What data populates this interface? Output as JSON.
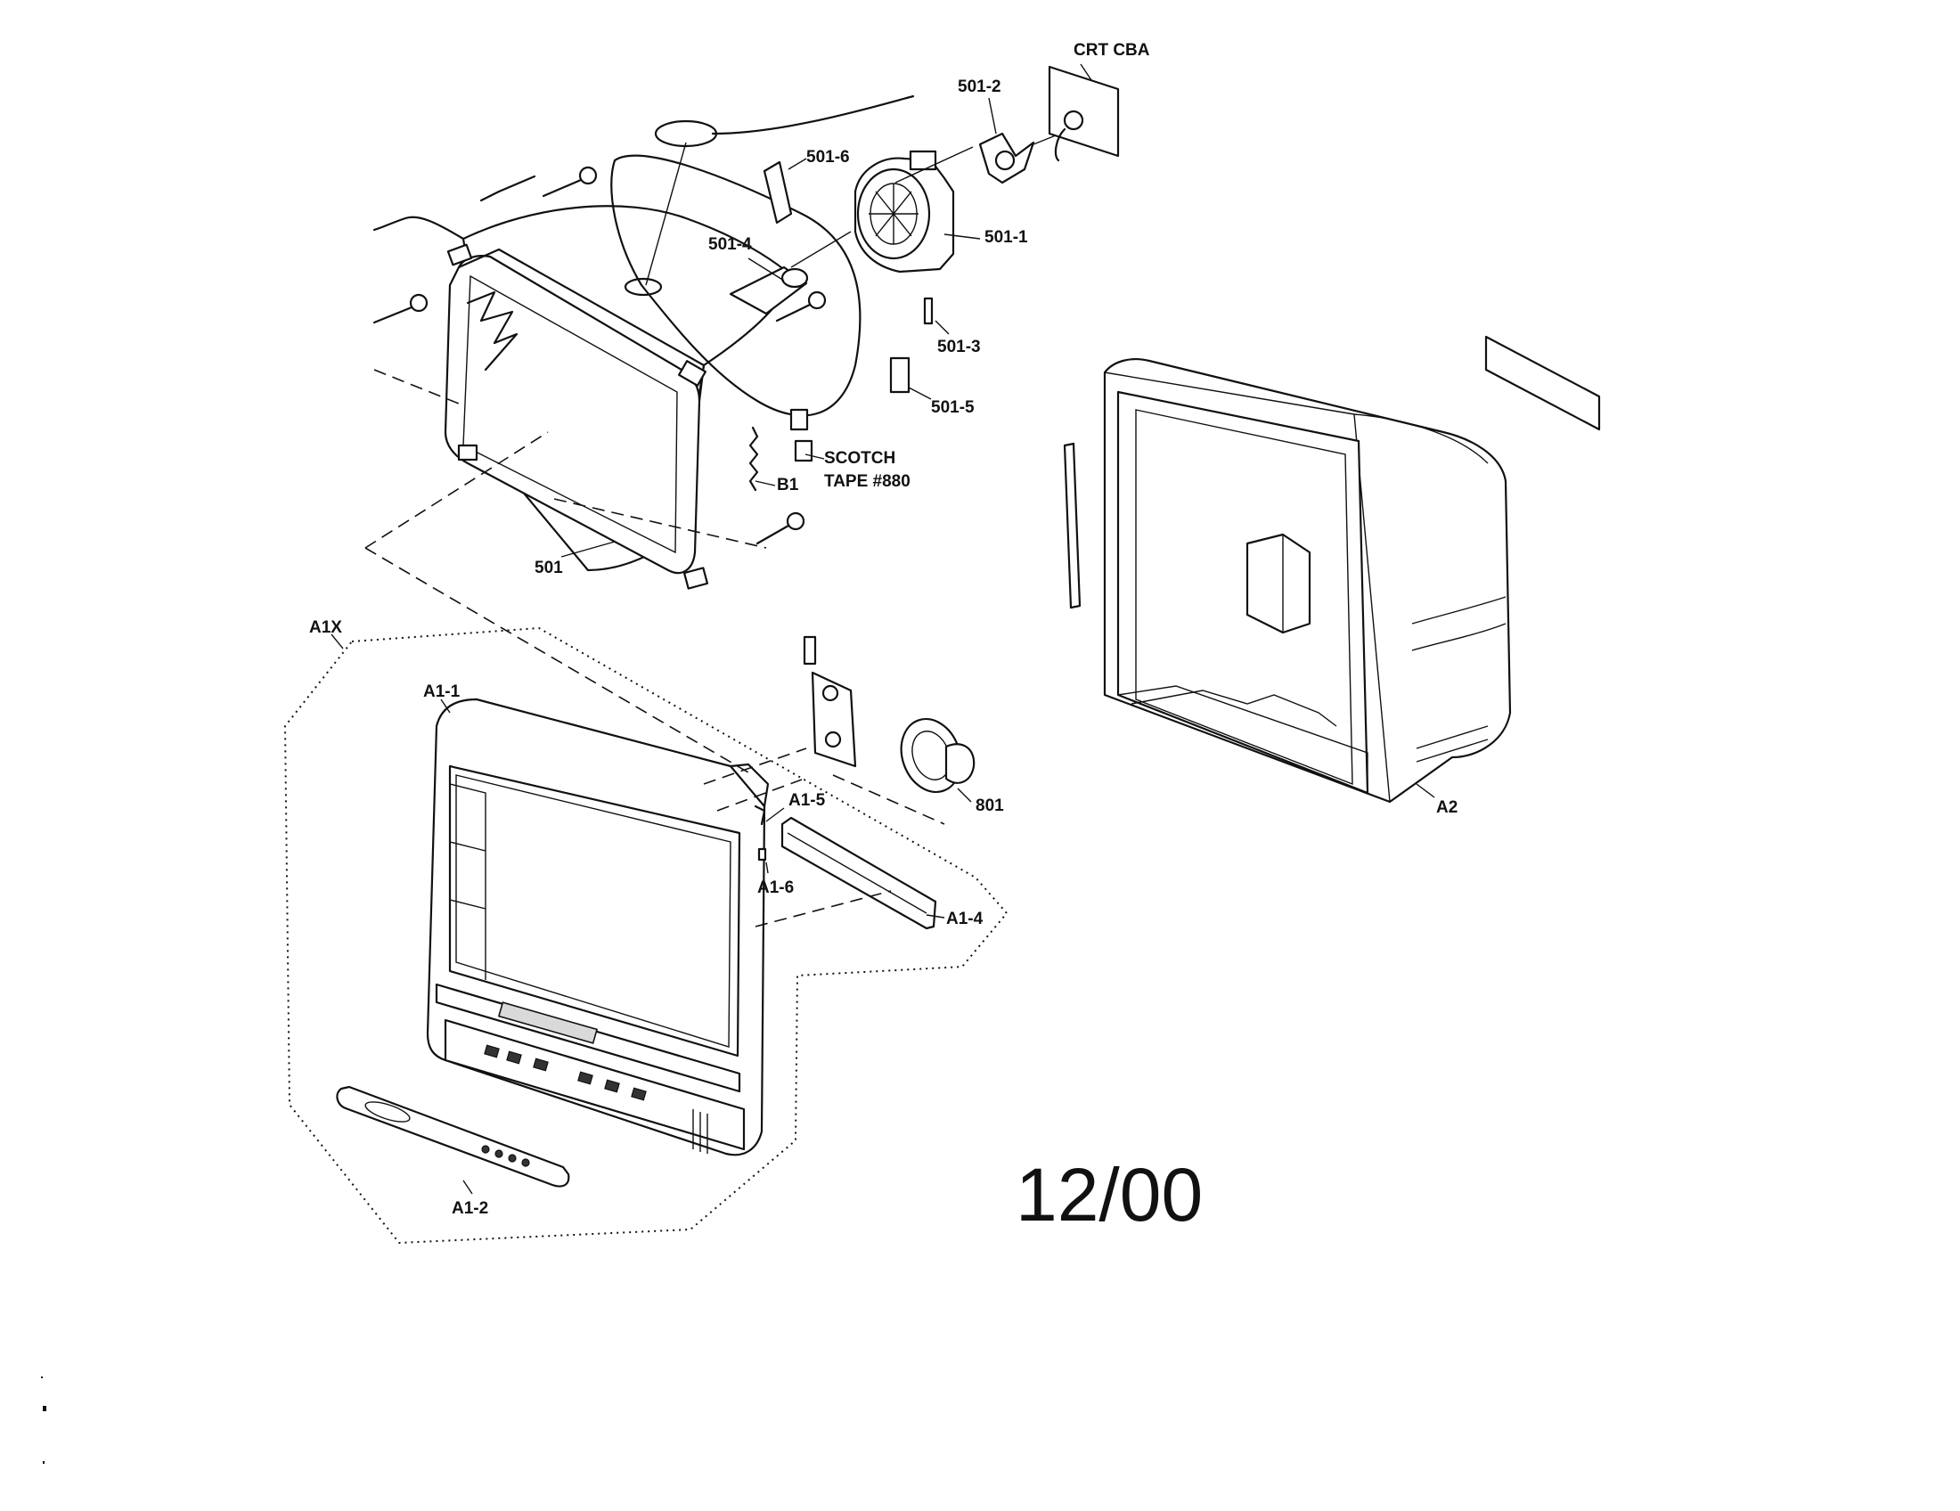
{
  "labels": {
    "crt_cba": "CRT CBA",
    "p501_2": "501-2",
    "p501_6": "501-6",
    "p501_4": "501-4",
    "p501_1": "501-1",
    "p501_3": "501-3",
    "p501_5": "501-5",
    "scotch": "SCOTCH",
    "tape": "TAPE #880",
    "b1": "B1",
    "p501": "501",
    "a1x": "A1X",
    "a1_1": "A1-1",
    "a1_5": "A1-5",
    "p801": "801",
    "a1_6": "A1-6",
    "a1_4": "A1-4",
    "a1_2": "A1-2",
    "a2": "A2"
  },
  "date_code": "12/00"
}
